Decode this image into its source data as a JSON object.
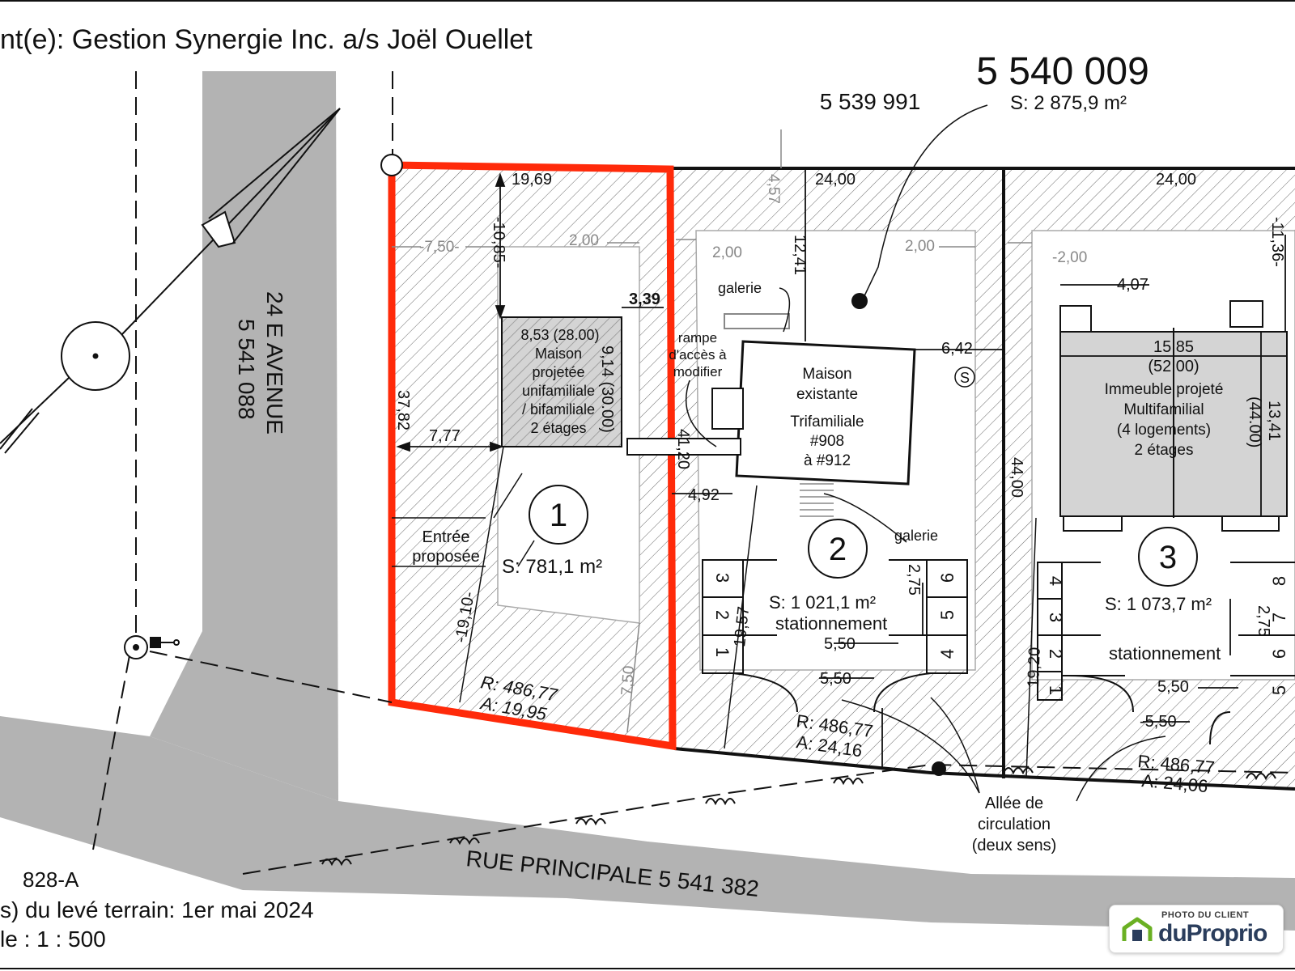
{
  "header": {
    "client": "nt(e):  Gestion Synergie Inc. a/s Joël Ouellet"
  },
  "footer": {
    "lot_ref": "828-A",
    "survey_date": "s) du levé terrain:  1er mai 2024",
    "scale": "le :     1 : 500"
  },
  "streets": {
    "avenue_name": "24 E AVENUE",
    "avenue_lot": "5 541 088",
    "main_street": "RUE PRINCIPALE  5 541 382"
  },
  "lots": {
    "main_lot_number": "5 540 009",
    "main_lot_area": "S: 2 875,9 m²",
    "neighbor_lot": "5 539 991"
  },
  "parcel1": {
    "number": "1",
    "area": "S: 781,1 m²",
    "house_lines": [
      "8,53  (28.00)",
      "Maison",
      "projetée",
      "unifamiliale",
      "/ bifamiliale",
      "2 étages"
    ],
    "entry": [
      "Entrée",
      "proposée"
    ],
    "dims": {
      "top": "19,69",
      "left": "37,82",
      "setback_front": "-10,85-",
      "side_left": "-7,50-",
      "side_right": "2,00",
      "depth": "9,14 (30.00)",
      "offset": "3,39",
      "lateral": "7,77",
      "diag": "-19,10-",
      "back": "7,50",
      "r": "R: 486,77",
      "a": "A: 19,95"
    }
  },
  "parcel2": {
    "number": "2",
    "area": "S: 1 021,1 m²",
    "parking": "stationnement",
    "house_lines": [
      "Maison",
      "existante",
      "Trifamiliale",
      "#908",
      "à #912"
    ],
    "gallery_top": "galerie",
    "gallery_bottom": "galerie",
    "ramp": [
      "rampe",
      "d'accès à",
      "modifier"
    ],
    "dims": {
      "top": "24,00",
      "vt": "4,57",
      "d1": "12,41",
      "s1": "2,00",
      "s2": "2,00",
      "side": "6,42",
      "left": "41,20",
      "lower": "4,92",
      "diag": "19,57",
      "space_w": "5,50",
      "space_d": "2,75",
      "aisle": "5,50",
      "r": "R: 486,77",
      "a": "A: 24,16"
    },
    "stalls_left": [
      "3",
      "2",
      "1"
    ],
    "stalls_right": [
      "6",
      "5",
      "4"
    ],
    "s_symbol": "S"
  },
  "parcel3": {
    "number": "3",
    "area": "S: 1 073,7 m²",
    "parking": "stationnement",
    "building_lines": [
      "Immeuble projeté",
      "Multifamilial",
      "(4 logements)",
      "2 étages"
    ],
    "dims": {
      "top": "24,00",
      "setback": "-11,36-",
      "side": "-2,00",
      "w": "4,07",
      "length": "15,85",
      "length_ft": "(52.00)",
      "depth": "13,41",
      "depth_ft": "(44.00)",
      "left": "44,00",
      "diag": "19,20",
      "space_w": "5,50",
      "space_d": "2,75",
      "aisle": "-5,50",
      "r": "R: 486,77",
      "a": "A: 24,06"
    },
    "stalls_left": [
      "4",
      "3",
      "2",
      "1"
    ],
    "stalls_right": [
      "8",
      "7",
      "6",
      "5"
    ]
  },
  "callouts": {
    "allee": [
      "Allée de",
      "circulation",
      "(deux sens)"
    ]
  },
  "badge": {
    "top": "PHOTO DU CLIENT",
    "brand": "duProprio"
  },
  "colors": {
    "highlight": "#ff2a0a",
    "road": "#b3b3b3",
    "building": "#d4d4d4",
    "line": "#111111",
    "brand_green": "#6ab023",
    "brand_blue": "#2a3d5c"
  }
}
